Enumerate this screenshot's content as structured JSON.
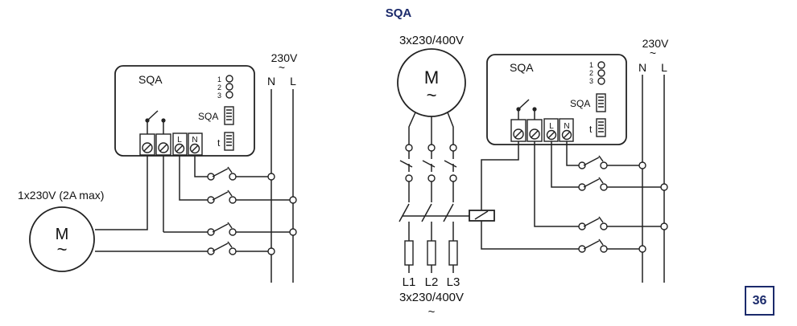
{
  "page": {
    "title": "SQA",
    "page_number": "36",
    "title_color": "#1b2a6b"
  },
  "diagram_left": {
    "supply_voltage": "230V",
    "supply_tilde": "~",
    "neutral_label": "N",
    "line_label": "L",
    "box_label": "SQA",
    "led_labels": [
      "1",
      "2",
      "3"
    ],
    "knob_sqa_label": "SQA",
    "knob_t_label": "t",
    "terminal_L": "L",
    "terminal_N": "N",
    "motor_rating": "1x230V (2A max)",
    "motor_symbol": "M",
    "motor_tilde": "~"
  },
  "diagram_right": {
    "motor_voltage": "3x230/400V",
    "motor_symbol": "M",
    "motor_tilde": "~",
    "supply_voltage": "230V",
    "supply_tilde": "~",
    "neutral_label": "N",
    "line_label": "L",
    "box_label": "SQA",
    "led_labels": [
      "1",
      "2",
      "3"
    ],
    "knob_sqa_label": "SQA",
    "knob_t_label": "t",
    "terminal_L": "L",
    "terminal_N": "N",
    "phase_labels": [
      "L1",
      "L2",
      "L3"
    ],
    "bottom_voltage": "3x230/400V",
    "bottom_tilde": "~"
  }
}
